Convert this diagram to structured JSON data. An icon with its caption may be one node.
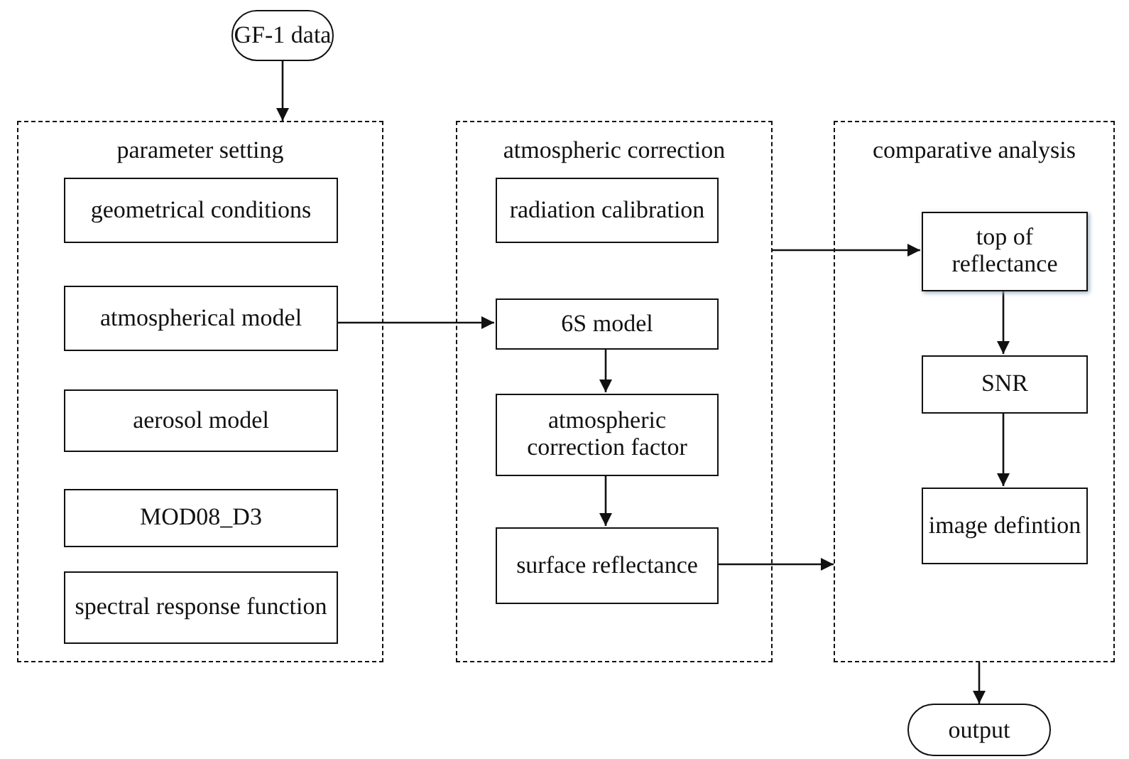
{
  "diagram": {
    "nodes": [
      {
        "text": [
          "GF-1 data"
        ]
      },
      {
        "text": [
          "parameter setting"
        ]
      },
      {
        "text": [
          "geometrical conditions"
        ],
        "in": 1
      },
      {
        "text": [
          "atmospherical model"
        ],
        "in": 1
      },
      {
        "text": [
          "aerosol model"
        ],
        "in": 1
      },
      {
        "text": [
          "MOD08_D3"
        ],
        "in": 1
      },
      {
        "text": [
          "spectral response function"
        ],
        "in": 1
      },
      {
        "text": [
          "atmospheric correction"
        ]
      },
      {
        "text": [
          "radiation calibration"
        ],
        "in": 7
      },
      {
        "text": [
          "6S model"
        ],
        "in": 7
      },
      {
        "text": [
          "atmospheric correction factor"
        ],
        "in": 7
      },
      {
        "text": [
          "surface reflectance"
        ],
        "in": 7
      },
      {
        "text": [
          "comparative analysis"
        ]
      },
      {
        "text": [
          "top of reflectance"
        ],
        "in": 12
      },
      {
        "text": [
          "SNR"
        ],
        "in": 12
      },
      {
        "text": [
          "image defintion"
        ],
        "in": 12
      },
      {
        "text": [
          "output"
        ]
      }
    ],
    "edges": [
      {
        "from": 0,
        "to": 1,
        "arrow": "to"
      },
      {
        "from": 3,
        "to": 9,
        "arrow": "to"
      },
      {
        "from": 9,
        "to": 10,
        "arrow": "to"
      },
      {
        "from": 10,
        "to": 11,
        "arrow": "to"
      },
      {
        "from": 7,
        "to": 13,
        "arrow": "to"
      },
      {
        "from": 11,
        "to": 12,
        "arrow": "to"
      },
      {
        "from": 13,
        "to": 14,
        "arrow": "to"
      },
      {
        "from": 14,
        "to": 15,
        "arrow": "to"
      },
      {
        "from": 12,
        "to": 16,
        "arrow": "to"
      }
    ]
  }
}
